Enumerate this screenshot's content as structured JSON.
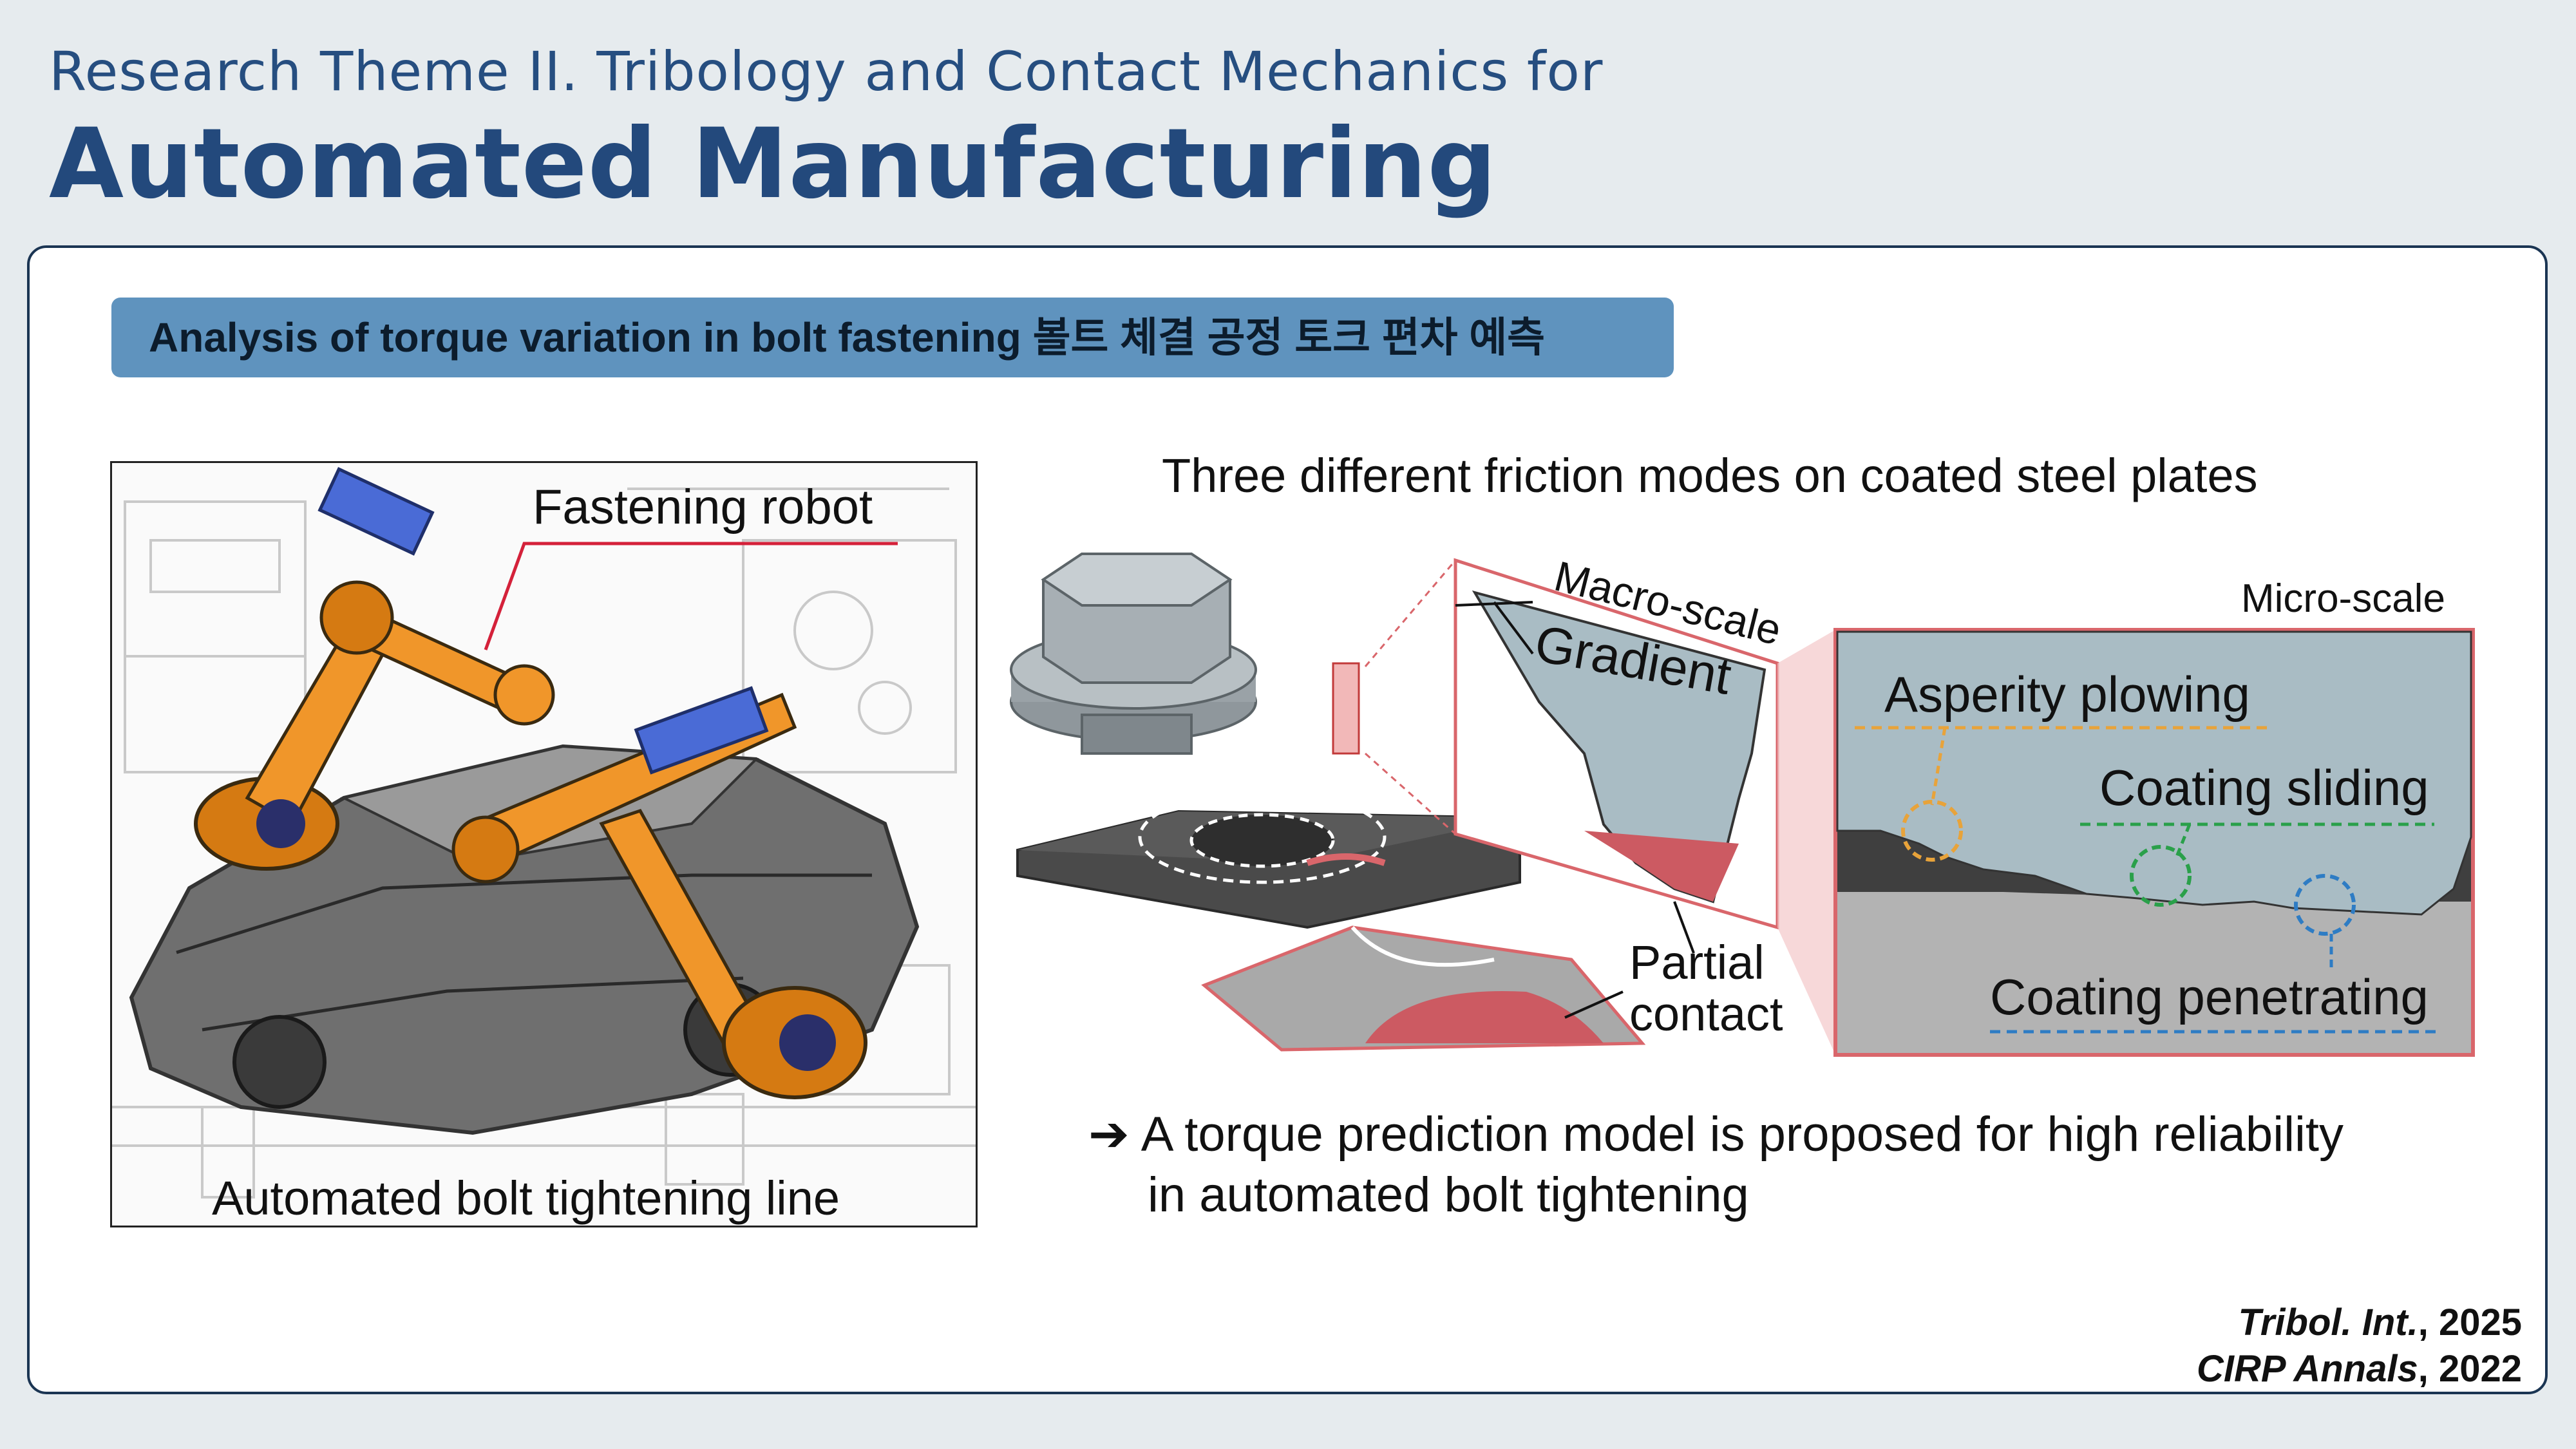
{
  "header": {
    "subtitle": "Research Theme II. Tribology and Contact Mechanics for",
    "title": "Automated Manufacturing"
  },
  "banner": {
    "text": "Analysis of torque variation in bolt fastening 볼트 체결 공정 토크 편차 예측"
  },
  "robot_figure": {
    "label_top": "Fastening robot",
    "caption": "Automated bolt tightening line"
  },
  "friction_figure": {
    "title": "Three different friction modes on coated steel plates",
    "macro_scale": "Macro-scale",
    "gradient": "Gradient",
    "partial": "Partial",
    "contact": "contact",
    "micro_scale": "Micro-scale",
    "asperity": "Asperity plowing",
    "coating_sliding": "Coating sliding",
    "coating_penetrating": "Coating penetrating"
  },
  "conclusion": {
    "arrow": "➔",
    "line1": "A torque prediction model is proposed for high reliability",
    "line2": "in automated bolt tightening"
  },
  "citations": [
    {
      "journal": "Tribol. Int.",
      "year": ", 2025"
    },
    {
      "journal": "CIRP Annals",
      "year": ", 2022"
    }
  ],
  "colors": {
    "title": "#23497c",
    "banner": "#5f93be",
    "robot_orange": "#f0962a",
    "contact_red": "#d9666b",
    "asperity_orange": "#e8a33a",
    "sliding_green": "#2aa04a",
    "penetrating_blue": "#2e7cc4"
  }
}
